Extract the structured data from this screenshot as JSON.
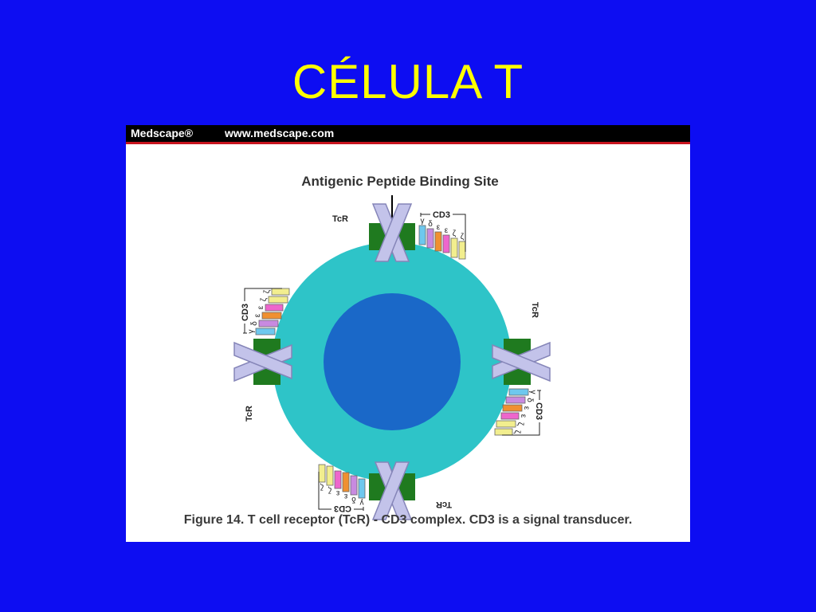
{
  "slide": {
    "title": "CÉLULA T"
  },
  "figure": {
    "brand": "Medscape®",
    "url": "www.medscape.com",
    "heading": "Antigenic Peptide Binding Site",
    "caption": "Figure 14. T cell receptor (TcR) - CD3 complex. CD3 is a signal transducer.",
    "tcr_label": "TcR",
    "cd3_label": "CD3",
    "cd3_chains": [
      "γ",
      "δ",
      "ε",
      "ε",
      "ζ",
      "ζ"
    ]
  },
  "colors": {
    "background": "#0d0df2",
    "title": "#ffff00",
    "membrane": "#2ec4c8",
    "cytoplasm": "#1a68c8",
    "anchor": "#1f7a1f",
    "receptor": "#c3c3ea",
    "chains": [
      "#6ec8ee",
      "#c88ae0",
      "#f09030",
      "#ee66cc",
      "#f2ee8e",
      "#f2ee8e"
    ]
  }
}
